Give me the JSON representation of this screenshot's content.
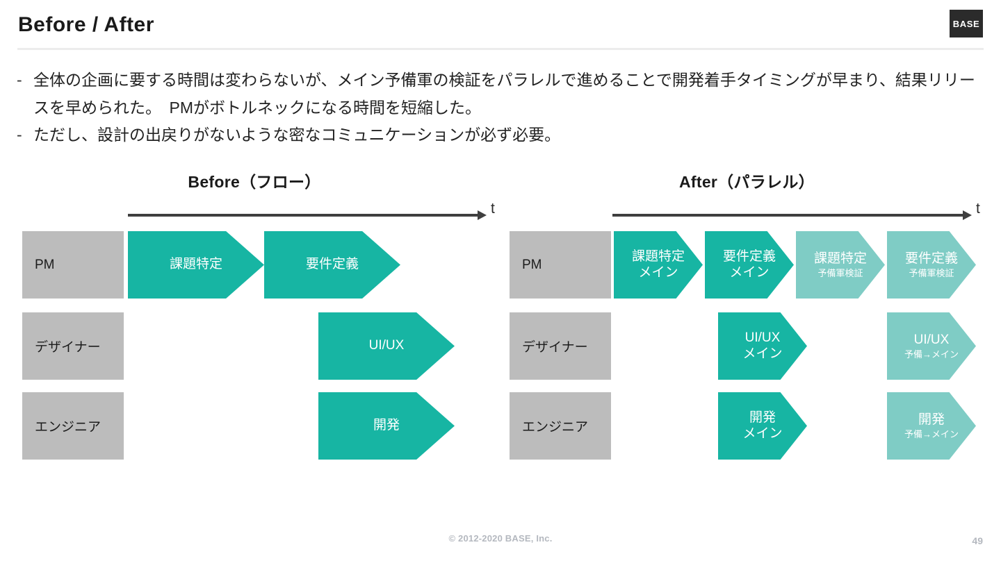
{
  "header": {
    "title": "Before / After",
    "logo_text": "BASE"
  },
  "body": {
    "bullet_marker": "-",
    "bullets": [
      "全体の企画に要する時間は変わらないが、メイン予備軍の検証をパラレルで進めることで開発着手タイミングが早まり、結果リリースを早められた。　PMがボトルネックになる時間を短縮した。",
      "ただし、設計の出戻りがないような密なコミュニケーションが必ず必要。"
    ]
  },
  "colors": {
    "teal_dark": "#17b5a3",
    "teal_light": "#7fccc5",
    "gray_role": "#bcbcbc",
    "axis": "#3f3f3f",
    "footer_text": "#b4b8bf"
  },
  "before": {
    "title": "Before（フロー）",
    "axis_label": "t",
    "roles": [
      "PM",
      "デザイナー",
      "エンジニア"
    ],
    "tasks": [
      {
        "row": 0,
        "main": "課題特定",
        "sub": "",
        "note": "",
        "tone": "dark"
      },
      {
        "row": 0,
        "main": "要件定義",
        "sub": "",
        "note": "",
        "tone": "dark"
      },
      {
        "row": 1,
        "main": "UI/UX",
        "sub": "",
        "note": "",
        "tone": "dark"
      },
      {
        "row": 2,
        "main": "開発",
        "sub": "",
        "note": "",
        "tone": "dark"
      }
    ]
  },
  "after": {
    "title": "After（パラレル）",
    "axis_label": "t",
    "roles": [
      "PM",
      "デザイナー",
      "エンジニア"
    ],
    "tasks": [
      {
        "row": 0,
        "main": "課題特定",
        "sub": "メイン",
        "note": "",
        "tone": "dark"
      },
      {
        "row": 0,
        "main": "要件定義",
        "sub": "メイン",
        "note": "",
        "tone": "dark"
      },
      {
        "row": 0,
        "main": "課題特定",
        "sub": "",
        "note": "予備軍検証",
        "tone": "light"
      },
      {
        "row": 0,
        "main": "要件定義",
        "sub": "",
        "note": "予備軍検証",
        "tone": "light"
      },
      {
        "row": 1,
        "main": "UI/UX",
        "sub": "メイン",
        "note": "",
        "tone": "dark"
      },
      {
        "row": 1,
        "main": "UI/UX",
        "sub": "",
        "note": "予備→メイン",
        "tone": "light"
      },
      {
        "row": 2,
        "main": "開発",
        "sub": "メイン",
        "note": "",
        "tone": "dark"
      },
      {
        "row": 2,
        "main": "開発",
        "sub": "",
        "note": "予備→メイン",
        "tone": "light"
      }
    ]
  },
  "footer": {
    "copyright": "© 2012-2020 BASE, Inc.",
    "page_number": "49"
  }
}
